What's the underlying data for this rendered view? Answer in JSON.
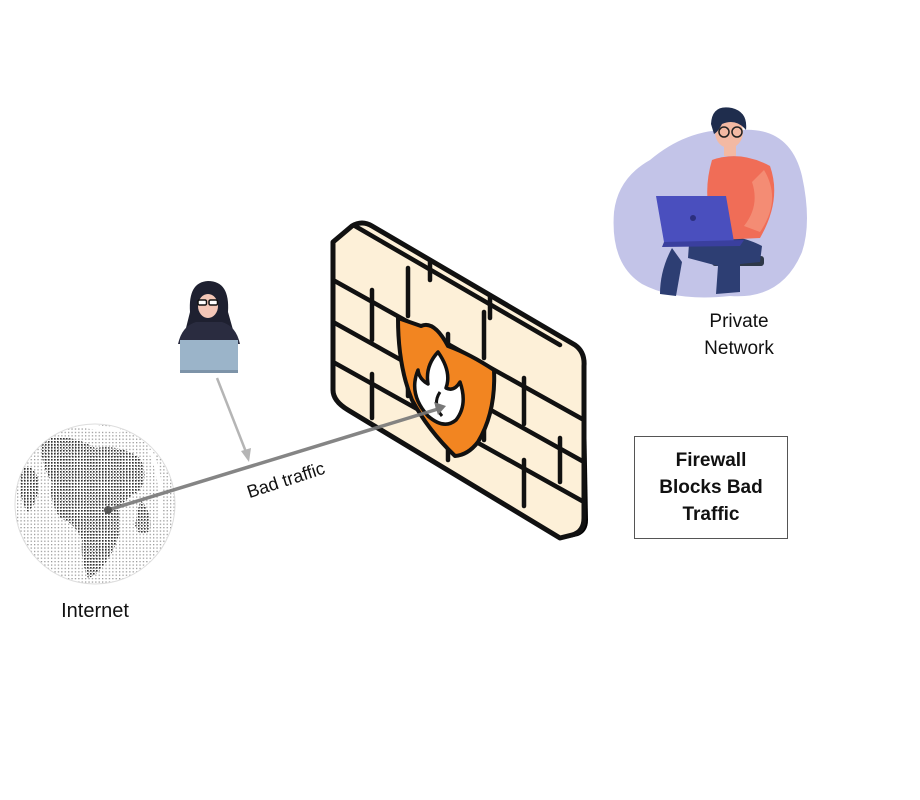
{
  "labels": {
    "internet": "Internet",
    "private_network": "Private\nNetwork",
    "bad_traffic": "Bad traffic",
    "firewall_box": "Firewall\nBlocks Bad\nTraffic"
  },
  "icons": {
    "globe": "globe-icon",
    "hacker": "hacker-icon",
    "firewall": "firewall-icon",
    "shield": "shield-flame-icon",
    "user": "user-laptop-icon"
  },
  "colors": {
    "brick_fill": "#fdf0d8",
    "brick_outline": "#111111",
    "shield_orange": "#f28521",
    "arrow_dark": "#777777",
    "arrow_light": "#b5b5b5",
    "network_blob": "#c3c4e8",
    "user_shirt": "#f06d57",
    "user_laptop": "#4a4fbe",
    "user_pants": "#2d3e73",
    "user_hair": "#1f2d4d",
    "hacker_hood": "#1e2030",
    "hacker_laptop": "#9bb4c9"
  }
}
